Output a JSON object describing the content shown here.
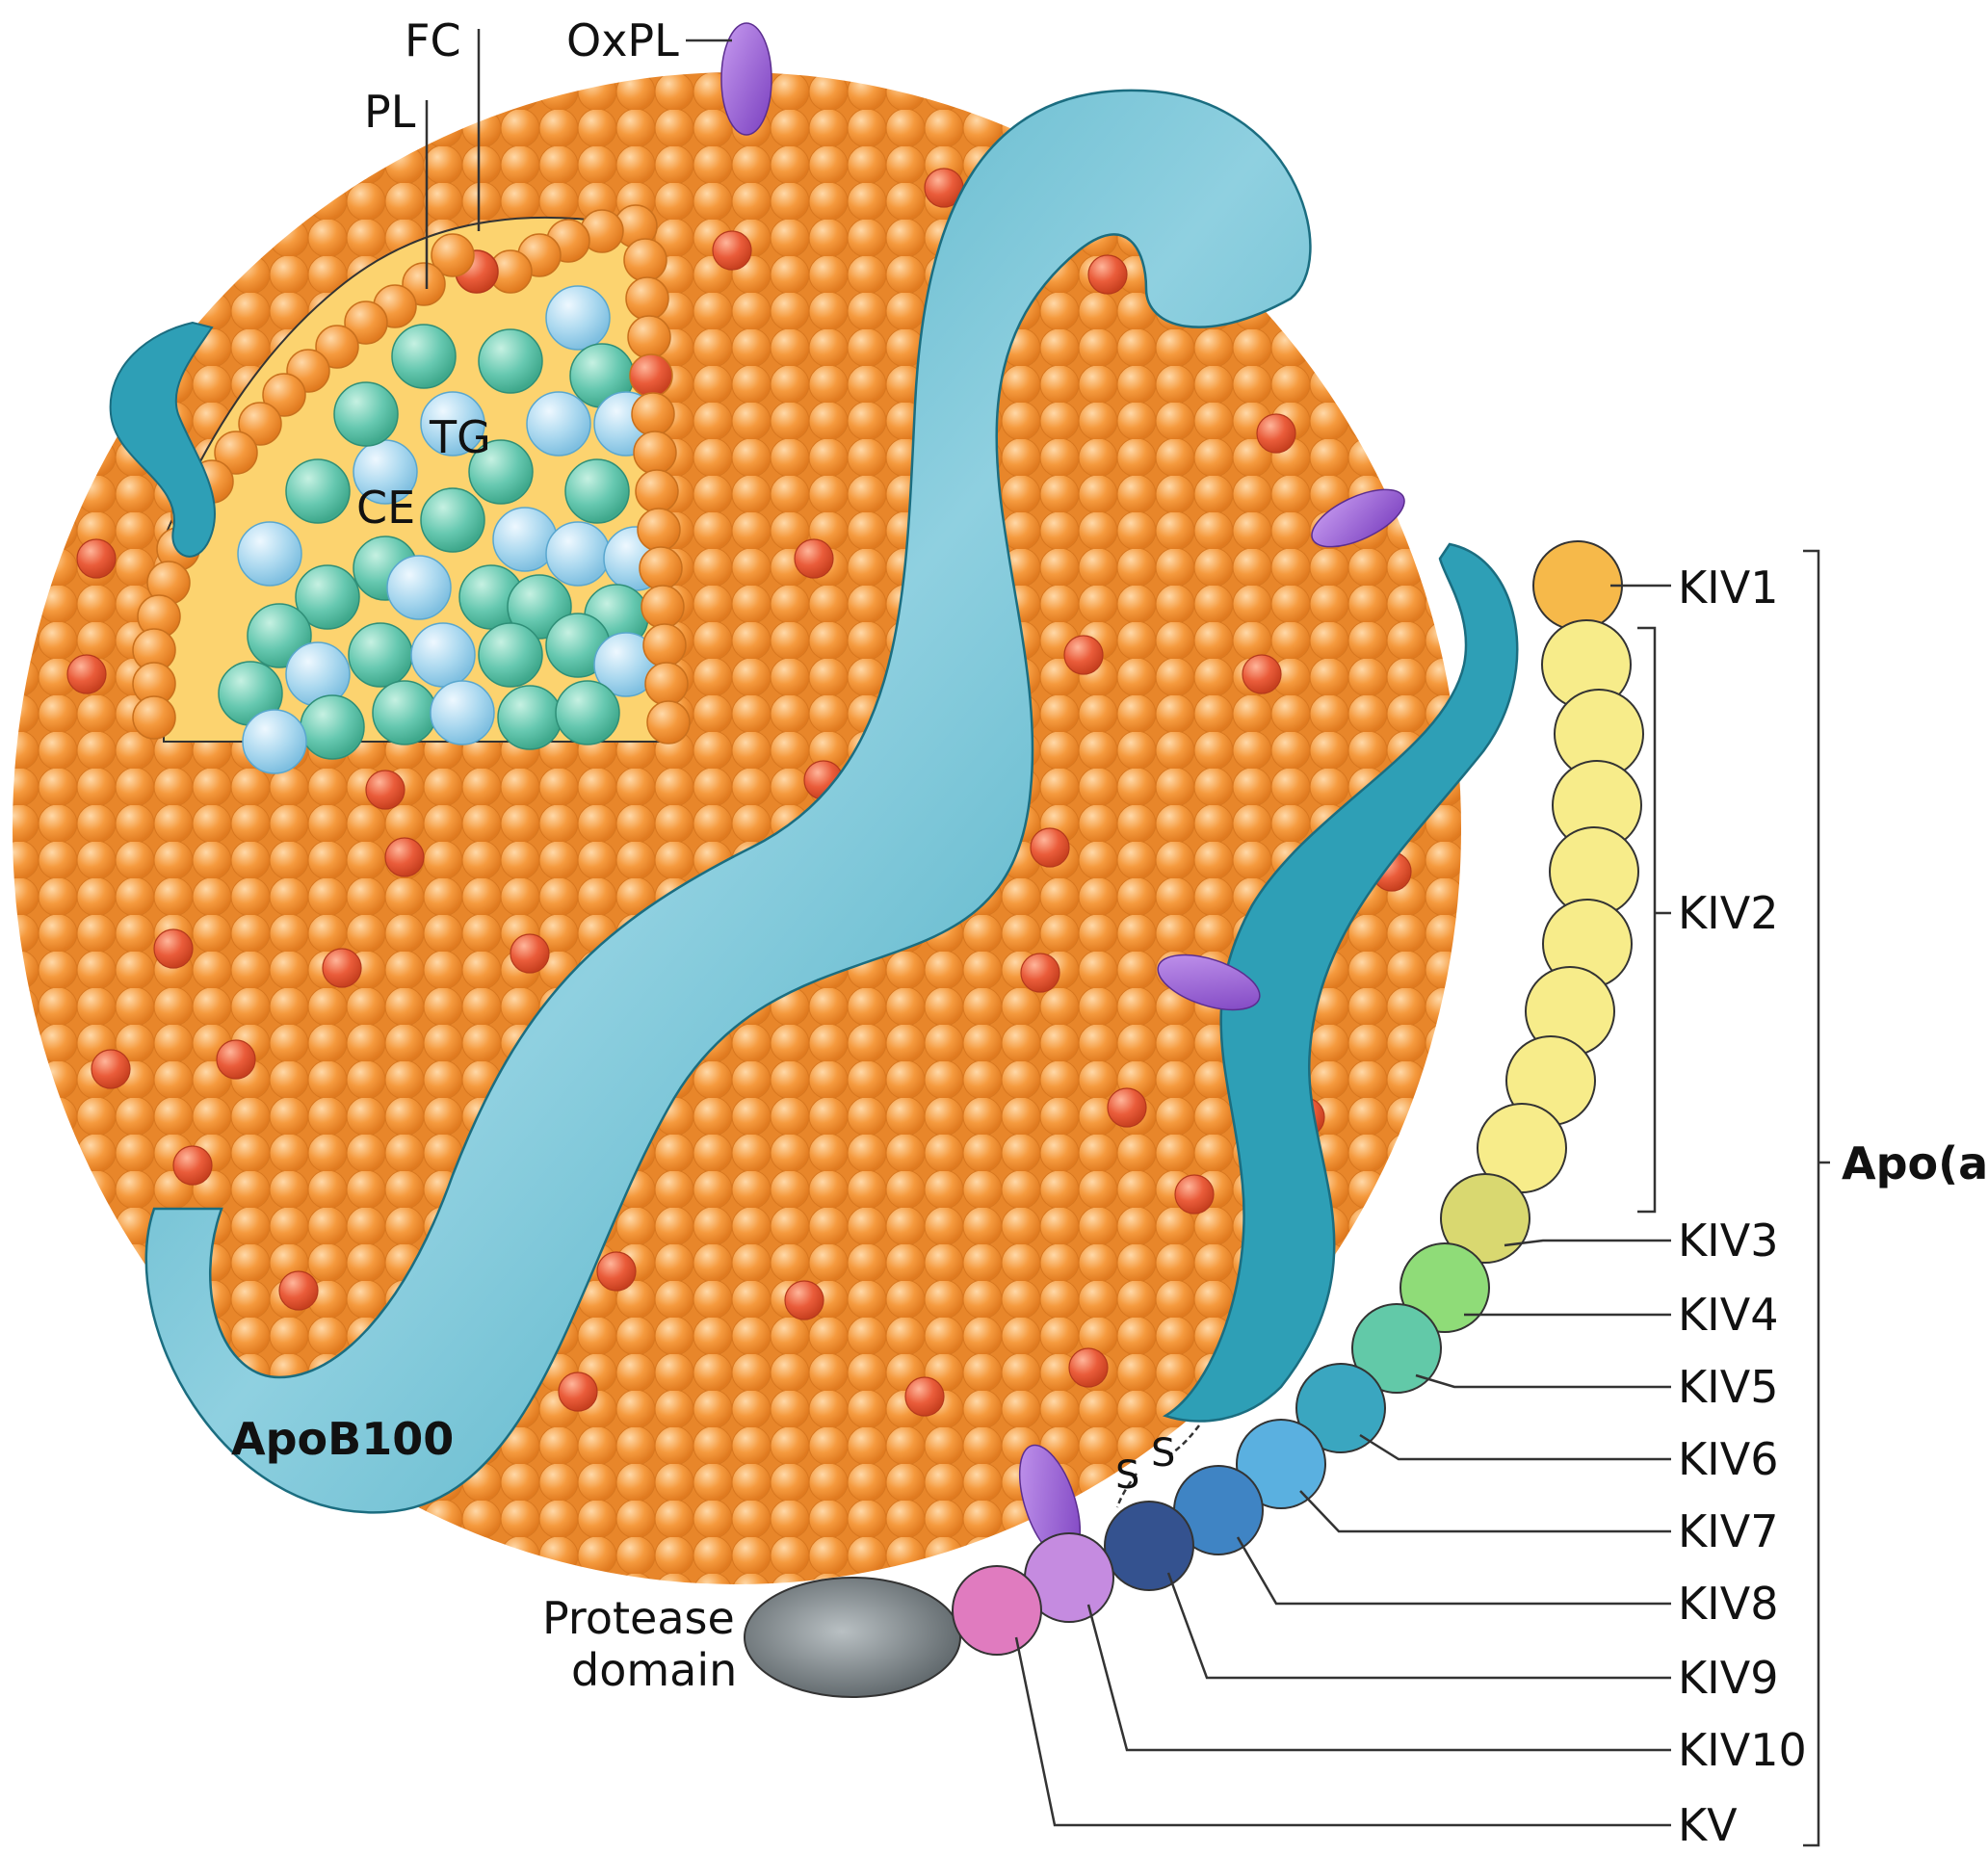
{
  "labels": {
    "fc": "FC",
    "pl": "PL",
    "oxpl": "OxPL",
    "tg": "TG",
    "ce": "CE",
    "apob100": "ApoB100",
    "protease_line1": "Protease",
    "protease_line2": "domain",
    "apoa": "Apo(a)",
    "ss1": "S",
    "ss2": "S"
  },
  "kringles": [
    {
      "label": "KIV1",
      "color": "#f6b94a"
    },
    {
      "label": "KIV2",
      "color": "#f7ec8a"
    },
    {
      "label": "KIV3",
      "color": "#d9d870"
    },
    {
      "label": "KIV4",
      "color": "#8fdc78"
    },
    {
      "label": "KIV5",
      "color": "#62c9a8"
    },
    {
      "label": "KIV6",
      "color": "#3aa6c0"
    },
    {
      "label": "KIV7",
      "color": "#5ab0e0"
    },
    {
      "label": "KIV8",
      "color": "#3f84c4"
    },
    {
      "label": "KIV9",
      "color": "#34528f"
    },
    {
      "label": "KIV10",
      "color": "#c58be0"
    },
    {
      "label": "KV",
      "color": "#e07bbf"
    }
  ],
  "colors": {
    "phospholipid": "#f39a3c",
    "free_cholesterol": "#e55b3c",
    "apob100": "#2e9fb6",
    "oxpl": "#8a4fc7",
    "triglyceride": "#66c8b0",
    "cholesteryl_ester": "#a9d8ef",
    "core": "#fcd36f",
    "protease": "#6a7276"
  }
}
